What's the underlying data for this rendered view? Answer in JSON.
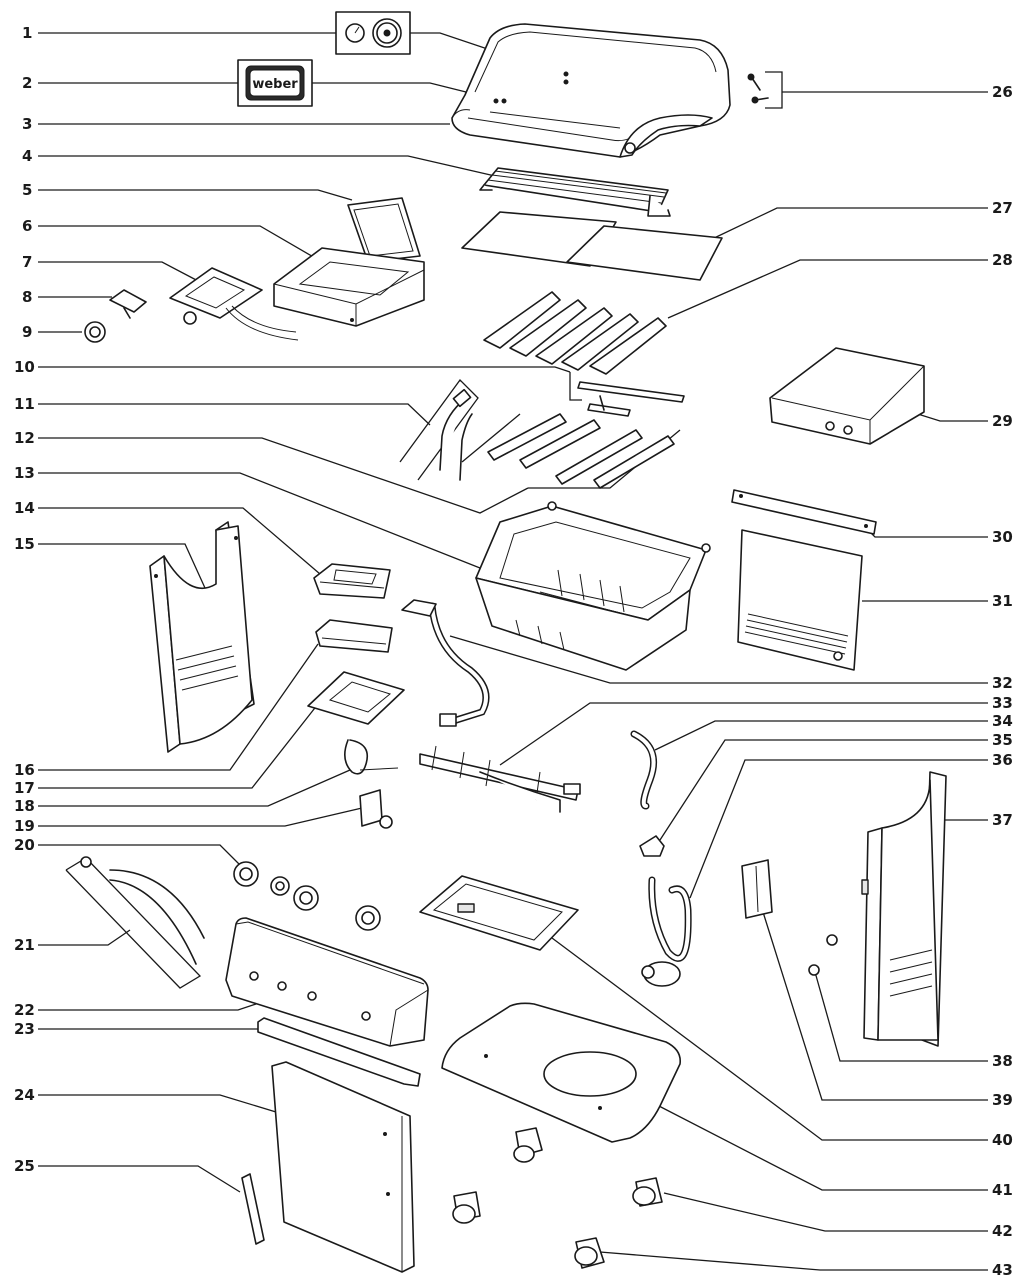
{
  "diagram": {
    "left_numbers": [
      "1",
      "2",
      "3",
      "4",
      "5",
      "6",
      "7",
      "8",
      "9",
      "10",
      "11",
      "12",
      "13",
      "14",
      "15",
      "16",
      "17",
      "18",
      "19",
      "20",
      "21",
      "22",
      "23",
      "24",
      "25"
    ],
    "right_numbers": [
      "26",
      "27",
      "28",
      "29",
      "30",
      "31",
      "32",
      "33",
      "34",
      "35",
      "36",
      "37",
      "38",
      "39",
      "40",
      "41",
      "42",
      "43"
    ],
    "logo_text": "weber"
  }
}
